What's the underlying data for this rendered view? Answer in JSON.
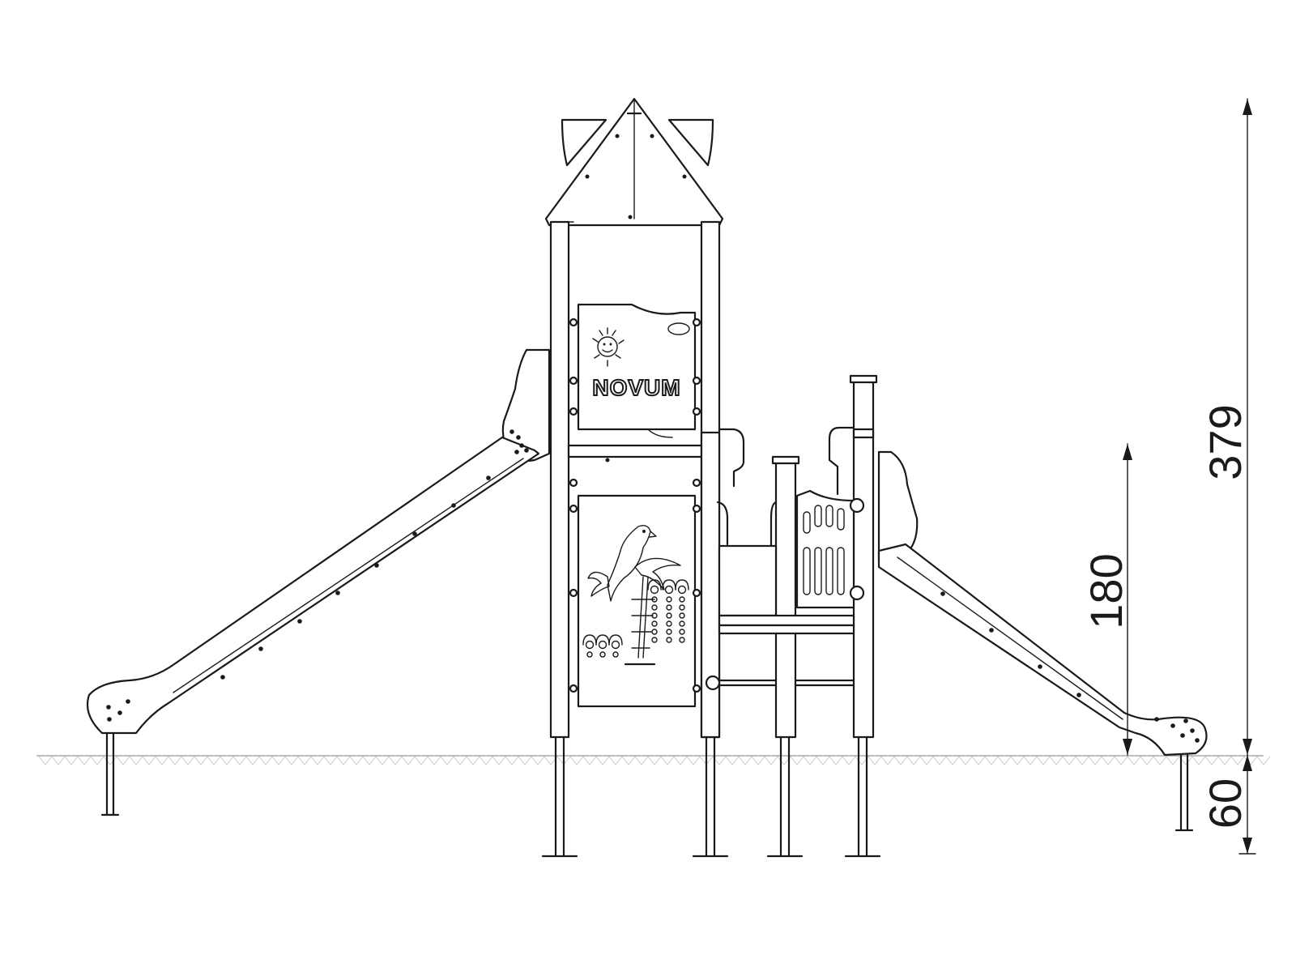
{
  "panel": {
    "brand_text": "NOVUM"
  },
  "dimensions": {
    "total_height": "379",
    "platform_height": "180",
    "foundation_depth": "60"
  },
  "colors": {
    "line": "#1a1a1a",
    "ground": "#9a9a9a",
    "background": "#ffffff"
  },
  "icons": [
    "sun-icon",
    "parrot-icon",
    "palm-tree-icon",
    "abacus-icon"
  ]
}
